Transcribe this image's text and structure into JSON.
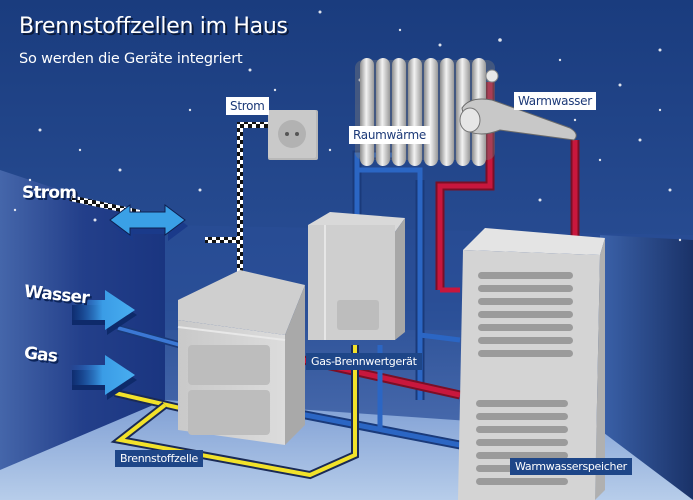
{
  "header": {
    "title": "Brennstoffzellen im Haus",
    "subtitle": "So werden die Geräte integriert"
  },
  "inputs": [
    {
      "label": "Strom",
      "icon": "double-arrow-icon"
    },
    {
      "label": "Wasser",
      "icon": "arrow-right-icon"
    },
    {
      "label": "Gas",
      "icon": "arrow-right-icon"
    }
  ],
  "labels": {
    "socket": "Strom",
    "radiator": "Raumwärme",
    "shower": "Warmwasser",
    "boiler": "Gas-Brennwertgerät",
    "fuel_cell": "Brennstoffzelle",
    "tank": "Warmwasserspeicher"
  },
  "colors": {
    "background": "#1b3f82",
    "floor": "#a9c4e6",
    "pipe_water": "#2b66c4",
    "pipe_hot": "#c8173d",
    "pipe_gas": "#f2e22a",
    "arrow": "#3aa0e6",
    "appliance": "#d6d6d6",
    "label_bg": "#1e4688"
  }
}
